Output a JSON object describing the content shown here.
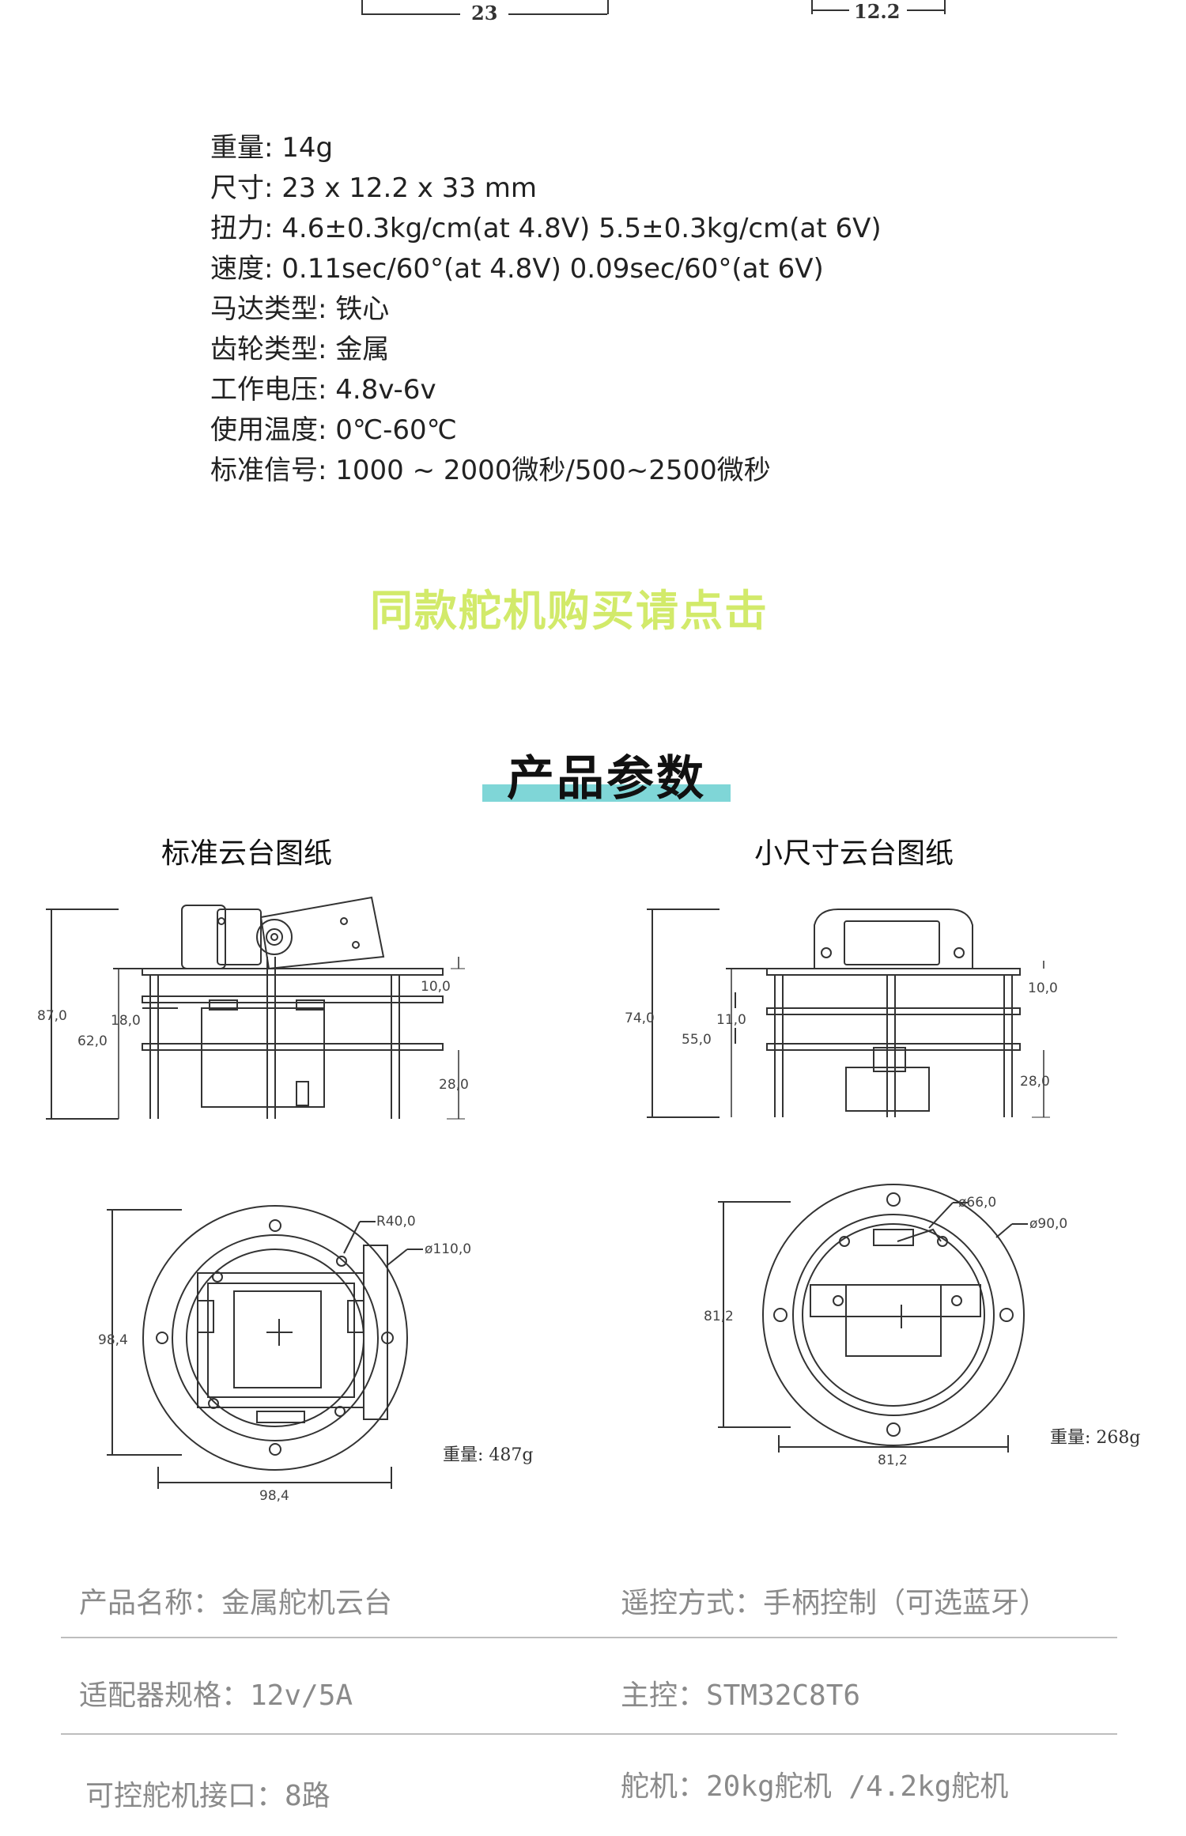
{
  "top_dims": {
    "width_label": "23",
    "depth_label": "12.2"
  },
  "specs": [
    "重量: 14g",
    "尺寸: 23 x 12.2 x 33 mm",
    "扭力: 4.6±0.3kg/cm(at 4.8V)  5.5±0.3kg/cm(at 6V)",
    "速度: 0.11sec/60°(at 4.8V) 0.09sec/60°(at 6V)",
    "马达类型: 铁心",
    "齿轮类型: 金属",
    "工作电压: 4.8v-6v",
    "使用温度: 0℃-60℃",
    "标准信号: 1000 ~ 2000微秒/500~2500微秒"
  ],
  "buy_link": "同款舵机购买请点击",
  "section_title": "产品参数",
  "section_title_color": "#7fd6d7",
  "buy_link_color": "#d2ea6a",
  "drawings": {
    "standard": {
      "title": "标准云台图纸",
      "dims": {
        "h_total": "87,0",
        "h_mid": "62,0",
        "h_gap": "18,0",
        "plate": "10,0",
        "bottom": "28,0",
        "radius": "R40,0",
        "diameter": "ø110,0",
        "side": "98,4",
        "bottom_w": "98,4"
      },
      "weight": "重量: 487g"
    },
    "small": {
      "title": "小尺寸云台图纸",
      "dims": {
        "h_total": "74,0",
        "h_mid": "55,0",
        "h_gap": "11,0",
        "plate": "10,0",
        "bottom": "28,0",
        "inner_d": "ø66,0",
        "outer_d": "ø90,0",
        "side": "81,2",
        "bottom_w": "81,2"
      },
      "weight": "重量: 268g"
    }
  },
  "params": [
    {
      "left": "产品名称：金属舵机云台",
      "right": "遥控方式：手柄控制（可选蓝牙）"
    },
    {
      "left": "适配器规格：12v/5A",
      "right": "主控：STM32C8T6"
    },
    {
      "left": "可控舵机接口：8路",
      "right": "舵机：20kg舵机  /4.2kg舵机"
    }
  ]
}
